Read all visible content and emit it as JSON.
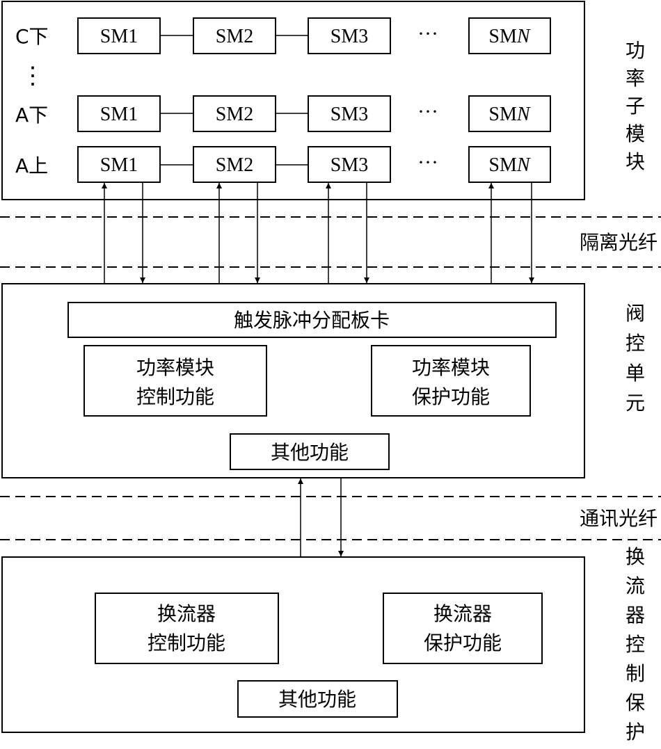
{
  "power_submodule": {
    "rows": [
      {
        "label": "C下",
        "cells": [
          "SM1",
          "SM2",
          "SM3",
          "SMN"
        ]
      },
      {
        "label": "A下",
        "cells": [
          "SM1",
          "SM2",
          "SM3",
          "SMN"
        ]
      },
      {
        "label": "A上",
        "cells": [
          "SM1",
          "SM2",
          "SM3",
          "SMN"
        ]
      }
    ],
    "ellipsis_h": "···",
    "ellipsis_v": "⋮",
    "side_label": [
      "功",
      "率",
      "子",
      "模",
      "块"
    ]
  },
  "isolation_fiber": {
    "label": "隔离光纤"
  },
  "valve_control": {
    "trigger_board": "触发脉冲分配板卡",
    "control_box": [
      "功率模块",
      "控制功能"
    ],
    "protect_box": [
      "功率模块",
      "保护功能"
    ],
    "other": "其他功能",
    "side_label": [
      "阀",
      "控",
      "单",
      "元"
    ]
  },
  "comm_fiber": {
    "label": "通讯光纤"
  },
  "converter": {
    "control_box": [
      "换流器",
      "控制功能"
    ],
    "protect_box": [
      "换流器",
      "保护功能"
    ],
    "other": "其他功能",
    "side_label": [
      "换",
      "流",
      "器",
      "控",
      "制",
      "保",
      "护"
    ]
  }
}
